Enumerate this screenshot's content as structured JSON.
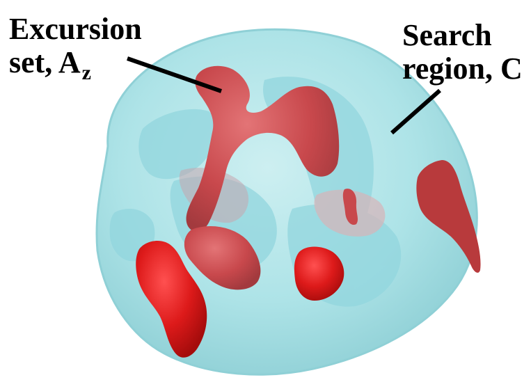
{
  "labels": {
    "excursion_line1": "Excursion",
    "excursion_line2": "set, A",
    "excursion_subscript": "z",
    "search_line1": "Search",
    "search_line2": "region, C"
  },
  "colors": {
    "search_region": "#a9e2e6",
    "search_region_edge": "#8fd0d6",
    "inner_structures": "#92d6de",
    "excursion_dark": "#cc1414",
    "excursion_muted": "#c9484c",
    "pointer_lines": "#000000"
  }
}
